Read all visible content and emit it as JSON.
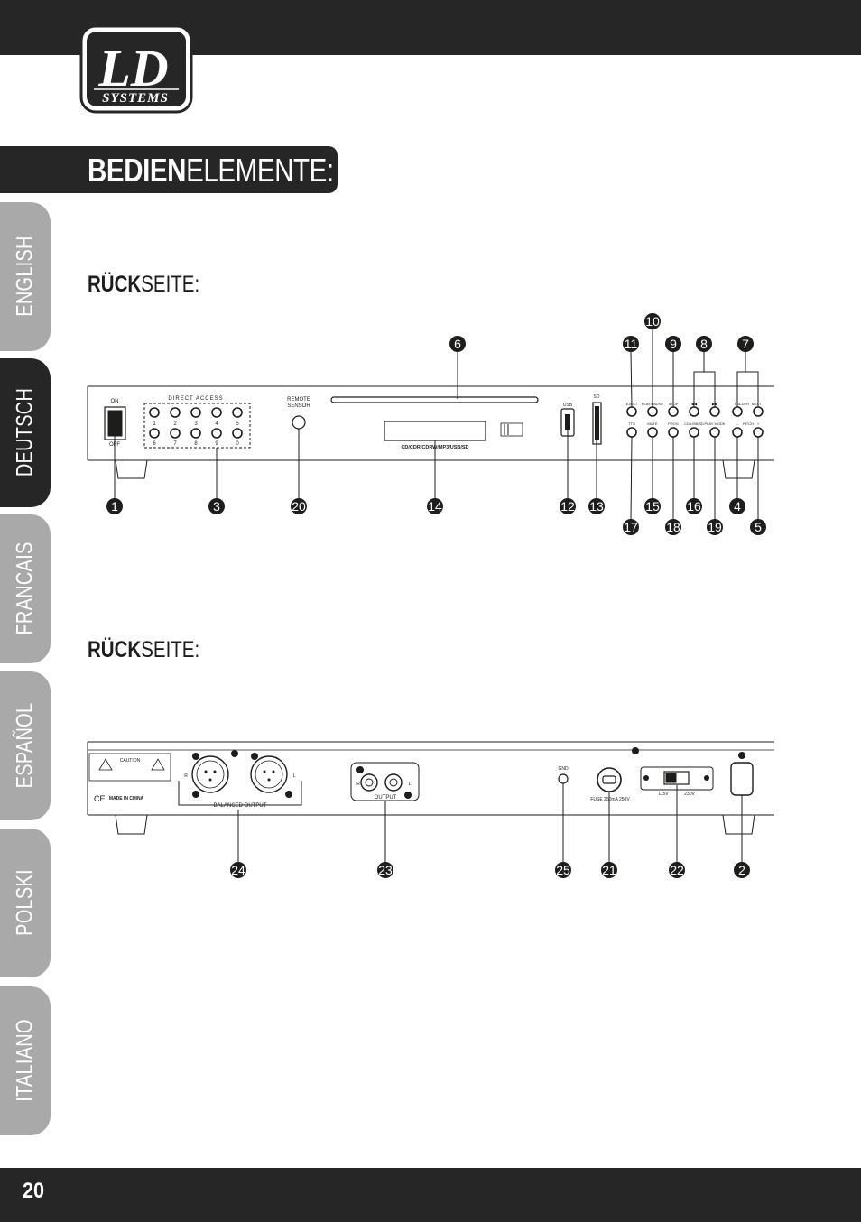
{
  "logo": {
    "main": "LD",
    "sub": "SYSTEMS"
  },
  "title": {
    "bold": "BEDIEN",
    "light": "ELEMENTE:"
  },
  "language_tabs": [
    {
      "label": "ENGLISH",
      "active": false
    },
    {
      "label": "DEUTSCH",
      "active": true
    },
    {
      "label": "FRANCAIS",
      "active": false
    },
    {
      "label": "ESPAÑOL",
      "active": false
    },
    {
      "label": "POLSKI",
      "active": false
    },
    {
      "label": "ITALIANO",
      "active": false
    }
  ],
  "sections": [
    {
      "bold": "RÜCK",
      "light": "SEITE:"
    },
    {
      "bold": "RÜCK",
      "light": "SEITE:"
    }
  ],
  "front_panel": {
    "on_label": "ON",
    "off_label": "OFF",
    "direct_access": "DIRECT ACCESS",
    "digits_top": [
      "1",
      "2",
      "3",
      "4",
      "5"
    ],
    "digits_bottom": [
      "6",
      "7",
      "8",
      "9",
      "0"
    ],
    "remote_sensor": [
      "REMOTE",
      "SENSOR"
    ],
    "display_caption": "CD/CDR/CDRW/MP3/USB/SD",
    "usb_label": "USB",
    "sd_label": "SD",
    "top_button_labels": [
      "EJECT",
      "PLAY/PAUSE",
      "STOP",
      "◀◀",
      "▶▶",
      "FOLDER",
      "NEXT"
    ],
    "bottom_button_labels": [
      "TTS",
      "MUTE",
      "PROG",
      "CD/USB/SD",
      "PLAY MODE",
      "–",
      "PITCH",
      "+"
    ],
    "callouts_above": [
      "6",
      "10",
      "11",
      "9",
      "8",
      "7"
    ],
    "callouts_below": [
      "1",
      "3",
      "20",
      "14",
      "12",
      "13",
      "15",
      "16",
      "4",
      "17",
      "18",
      "19",
      "5"
    ]
  },
  "rear_panel": {
    "caution_title": "CAUTION",
    "made_in": "MADE IN CHINA",
    "balanced_output": "BALANCED OUTPUT",
    "output": "OUTPUT",
    "xlr_r": "R",
    "xlr_l": "L",
    "rca_r": "R",
    "rca_l": "L",
    "gnd": "GND",
    "fuse": "FUSE 250mA 250V",
    "volt_115": "115V",
    "volt_230": "230V",
    "callouts": [
      "24",
      "23",
      "25",
      "21",
      "22",
      "2"
    ]
  },
  "page_number": "20"
}
